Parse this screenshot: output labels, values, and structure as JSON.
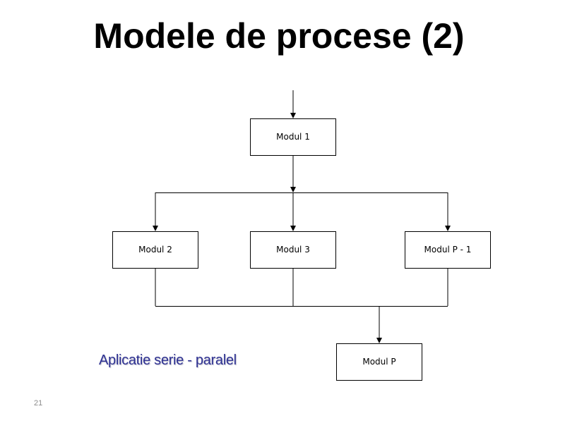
{
  "slide": {
    "title": "Modele de procese (2)",
    "caption": "Aplicatie serie - paralel",
    "number": "21"
  },
  "diagram": {
    "modules": [
      {
        "id": "m1",
        "label": "Modul 1"
      },
      {
        "id": "m2",
        "label": "Modul 2"
      },
      {
        "id": "m3",
        "label": "Modul 3"
      },
      {
        "id": "mp1",
        "label": "Modul P - 1"
      },
      {
        "id": "mp",
        "label": "Modul P"
      }
    ]
  }
}
